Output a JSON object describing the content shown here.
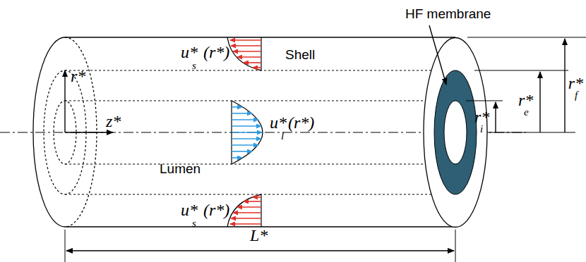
{
  "diagram": {
    "labels": [
      "HF membrane",
      "u*",
      "s",
      "(r*)",
      "Shell",
      "u*",
      "l",
      "(r*)",
      "Lumen",
      "u*",
      "s",
      "(r*)",
      "r*",
      "z*",
      "r*",
      "i",
      "r*",
      "e",
      "r*",
      "f",
      "L*"
    ]
  }
}
